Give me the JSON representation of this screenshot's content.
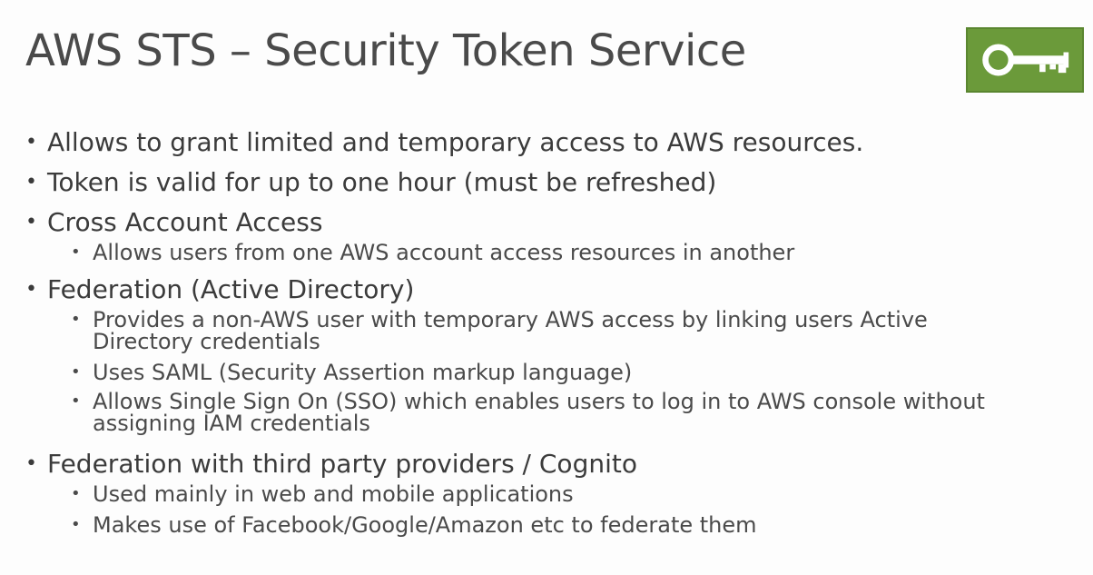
{
  "slide": {
    "title": "AWS STS – Security Token Service",
    "icon": "key-icon",
    "accent_color": "#6b9a3a",
    "bullets": [
      {
        "text": "Allows to grant limited and temporary access to AWS resources."
      },
      {
        "text": "Token is valid for up to one hour (must be refreshed)"
      },
      {
        "text": "Cross Account Access",
        "sub": [
          "Allows users from one AWS account access resources in another"
        ]
      },
      {
        "text": "Federation (Active Directory)",
        "sub": [
          "Provides a non-AWS user with temporary AWS access by linking users Active Directory credentials",
          "Uses SAML (Security Assertion markup language)",
          "Allows Single Sign On (SSO) which enables users to log in to AWS console without assigning IAM credentials"
        ]
      },
      {
        "text": "Federation with third party providers / Cognito",
        "sub": [
          "Used mainly in web and mobile applications",
          "Makes use of Facebook/Google/Amazon etc to federate them"
        ]
      }
    ]
  }
}
